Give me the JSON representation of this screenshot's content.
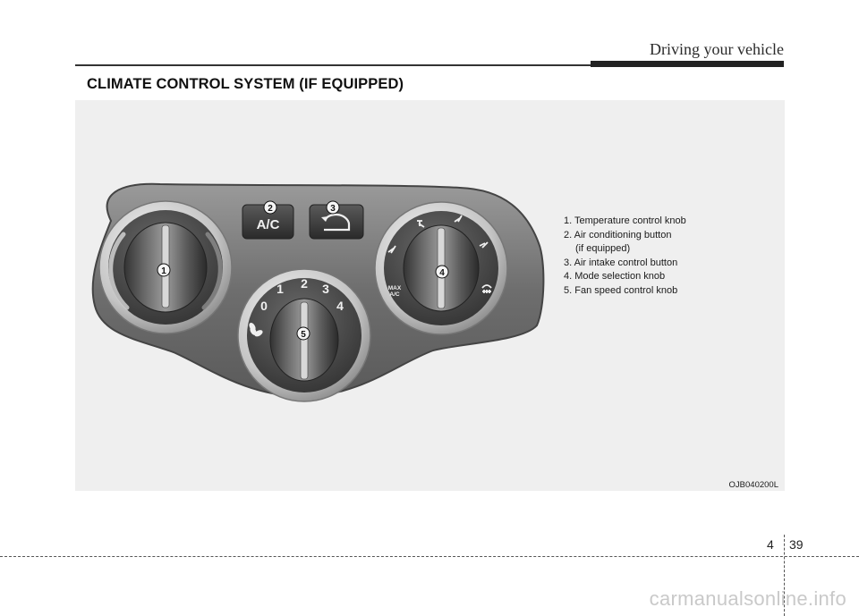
{
  "header": {
    "title": "Driving your vehicle"
  },
  "section": {
    "title": "CLIMATE CONTROL SYSTEM (IF EQUIPPED)"
  },
  "figure": {
    "buttons": {
      "ac_label": "A/C"
    },
    "callouts": [
      "1",
      "2",
      "3",
      "4",
      "5"
    ],
    "fan_scale": [
      "0",
      "1",
      "2",
      "3",
      "4"
    ],
    "mode_max_label": "MAX",
    "mode_ac_label": "A/C",
    "code": "OJB040200L"
  },
  "legend": {
    "items": [
      "1. Temperature control knob",
      "2. Air conditioning button",
      "(if equipped)",
      "3. Air intake control button",
      "4. Mode selection knob",
      "5. Fan speed control knob"
    ]
  },
  "footer": {
    "chapter": "4",
    "page": "39"
  },
  "watermark": {
    "text": "carmanualsonline.info"
  }
}
